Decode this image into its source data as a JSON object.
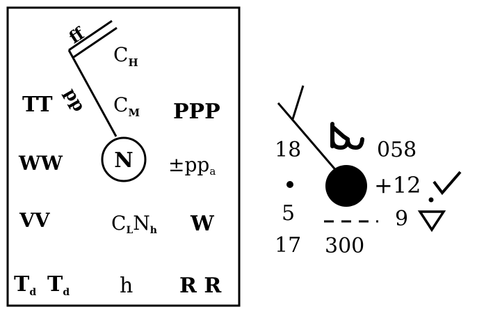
{
  "template": {
    "wind_speed": "ff",
    "pressure_tendency_wind_label": "pp",
    "cloud_high": {
      "base": "C",
      "sub": "H"
    },
    "cloud_mid": {
      "base": "C",
      "sub": "M"
    },
    "temperature": "TT",
    "pressure": "PPP",
    "present_weather": "WW",
    "station_circle": "N",
    "tendency": {
      "base": "±pp",
      "sub": "a"
    },
    "visibility": "VV",
    "low_cloud": {
      "c": "C",
      "c_sub": "L",
      "n": "N",
      "n_sub": "h"
    },
    "past_weather": "W",
    "dewpoint_1": {
      "base": "T",
      "sub": "d"
    },
    "dewpoint_2": {
      "base": "T",
      "sub": "d"
    },
    "cloud_height": "h",
    "precipitation": "R R"
  },
  "example": {
    "temperature": "18",
    "pressure": "058",
    "tendency": "+12",
    "visibility": "5",
    "dewpoint": "17",
    "cloud_height": "300",
    "past_weather": "9"
  }
}
